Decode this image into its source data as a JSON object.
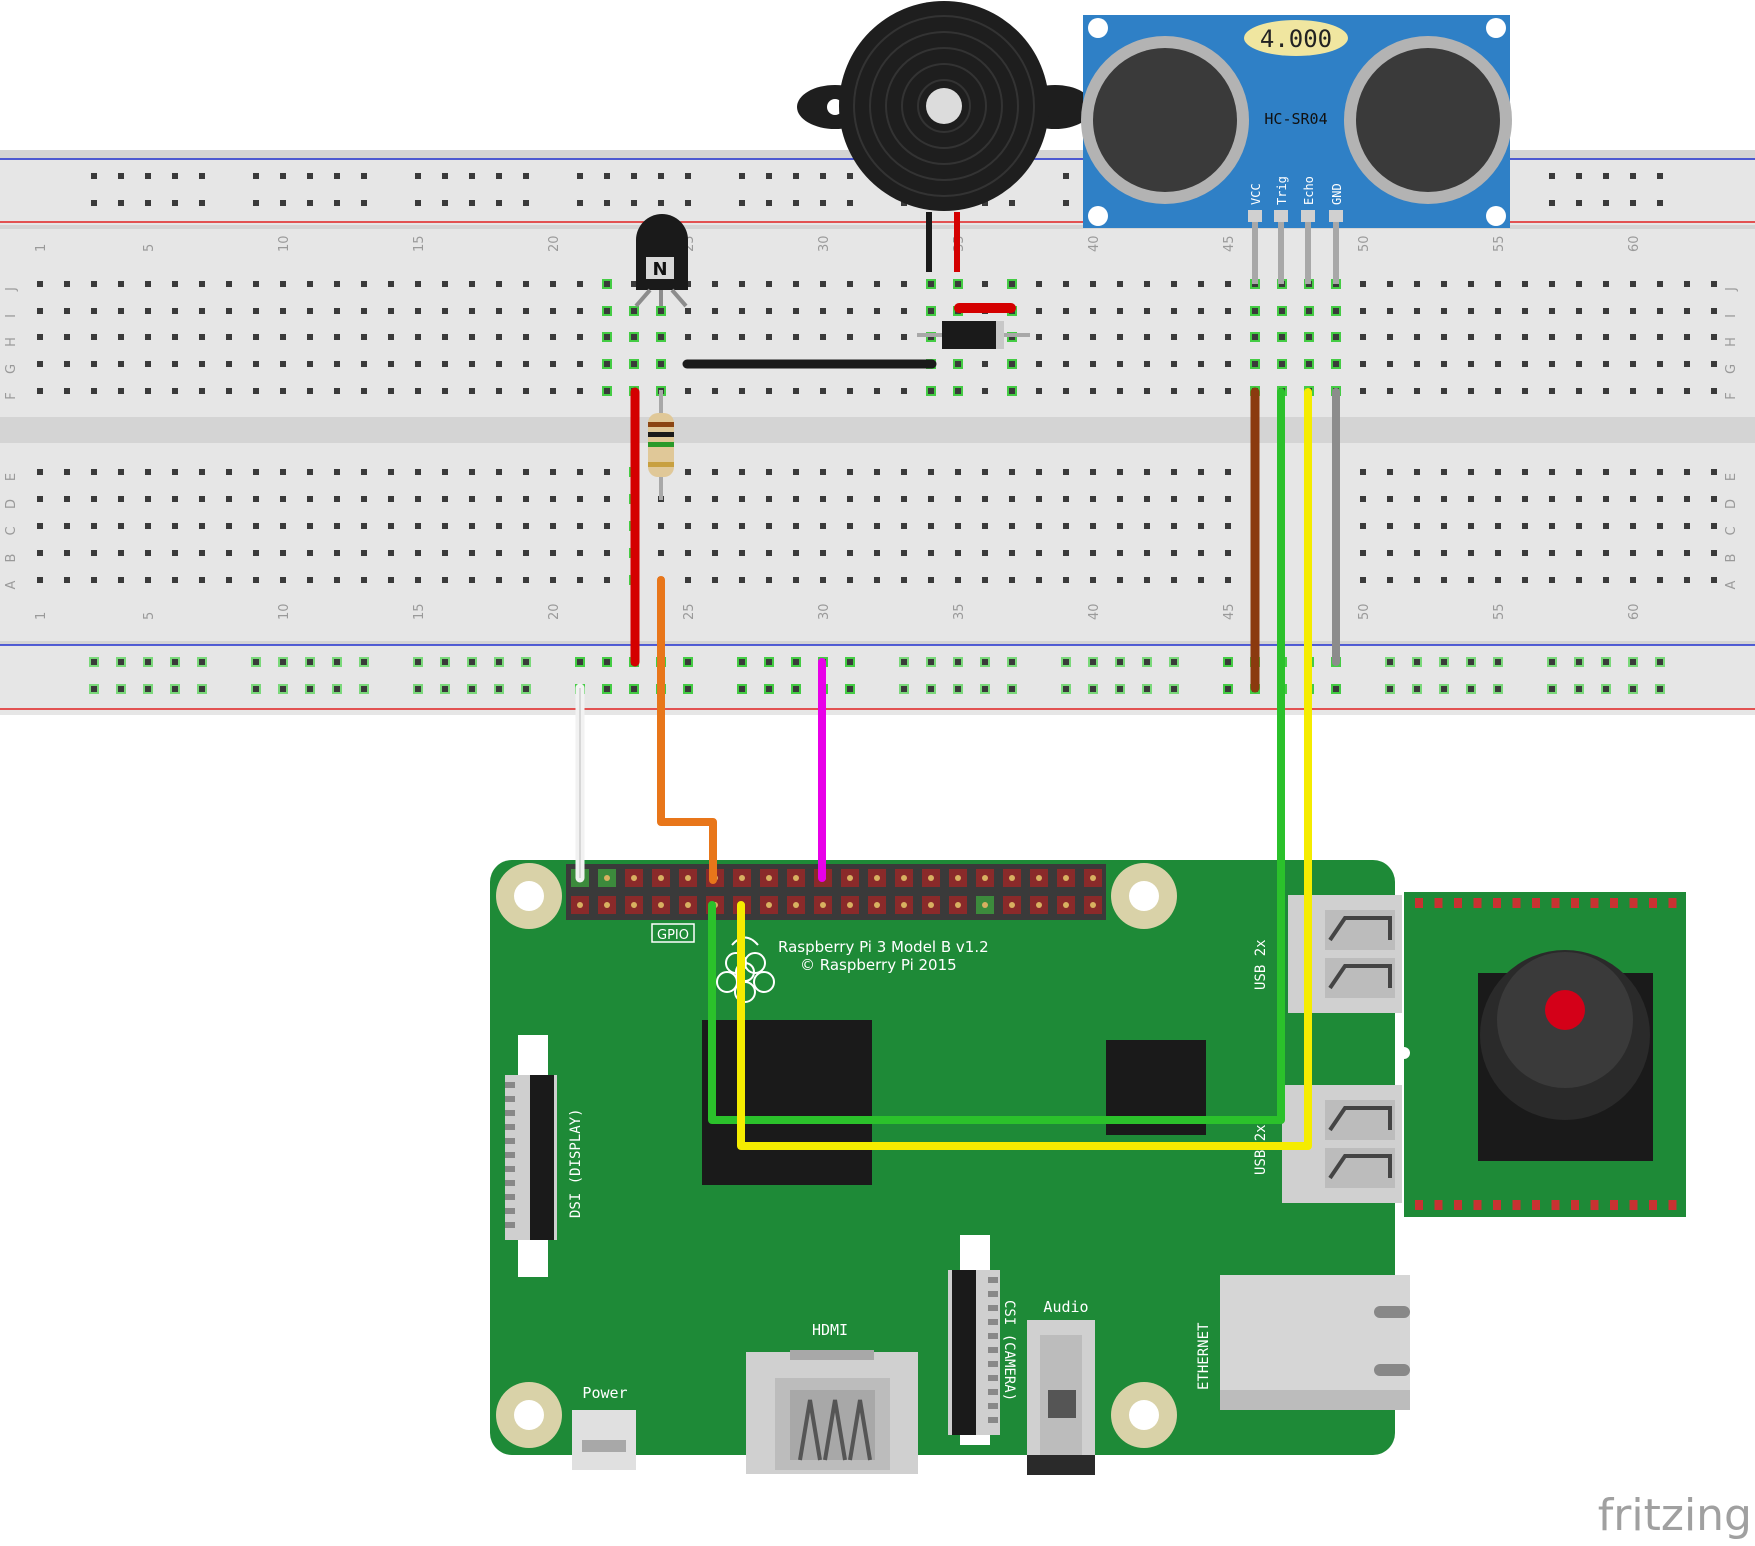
{
  "breadboard": {
    "column_numbers": [
      "1",
      "5",
      "10",
      "15",
      "20",
      "25",
      "30",
      "35",
      "40",
      "45",
      "50",
      "55",
      "60"
    ],
    "row_letters_top": [
      "J",
      "I",
      "H",
      "G",
      "F"
    ],
    "row_letters_bottom": [
      "E",
      "D",
      "C",
      "B",
      "A"
    ],
    "transistor_label": "N"
  },
  "sensor": {
    "display": "4.000",
    "model": "HC-SR04",
    "pins": [
      "VCC",
      "Trig",
      "Echo",
      "GND"
    ]
  },
  "raspberry_pi": {
    "gpio_label": "GPIO",
    "model_line1": "Raspberry Pi 3 Model B v1.2",
    "model_line2": "© Raspberry Pi 2015",
    "usb_label_top": "USB 2x",
    "usb_label_bottom": "USB 2x",
    "dsi_label": "DSI (DISPLAY)",
    "hdmi_label": "HDMI",
    "csi_label": "CSI (CAMERA)",
    "audio_label": "Audio",
    "power_label": "Power",
    "ethernet_label": "ETHERNET"
  },
  "wire_colors": {
    "red": "#d40000",
    "black": "#1a1a1a",
    "orange": "#e8761a",
    "magenta": "#e800e8",
    "white": "#f2f2f2",
    "brown": "#8b3a0f",
    "green": "#2bc12b",
    "yellow": "#f5ec00",
    "gray": "#8c8c8c"
  },
  "colors": {
    "breadboard": "#e8e8e8",
    "pi_board": "#1e8a37",
    "sensor_board": "#2f80c6",
    "camera_board": "#1e8a37",
    "rail_red": "#e02020",
    "rail_blue": "#2030d0"
  },
  "watermark": "fritzing"
}
